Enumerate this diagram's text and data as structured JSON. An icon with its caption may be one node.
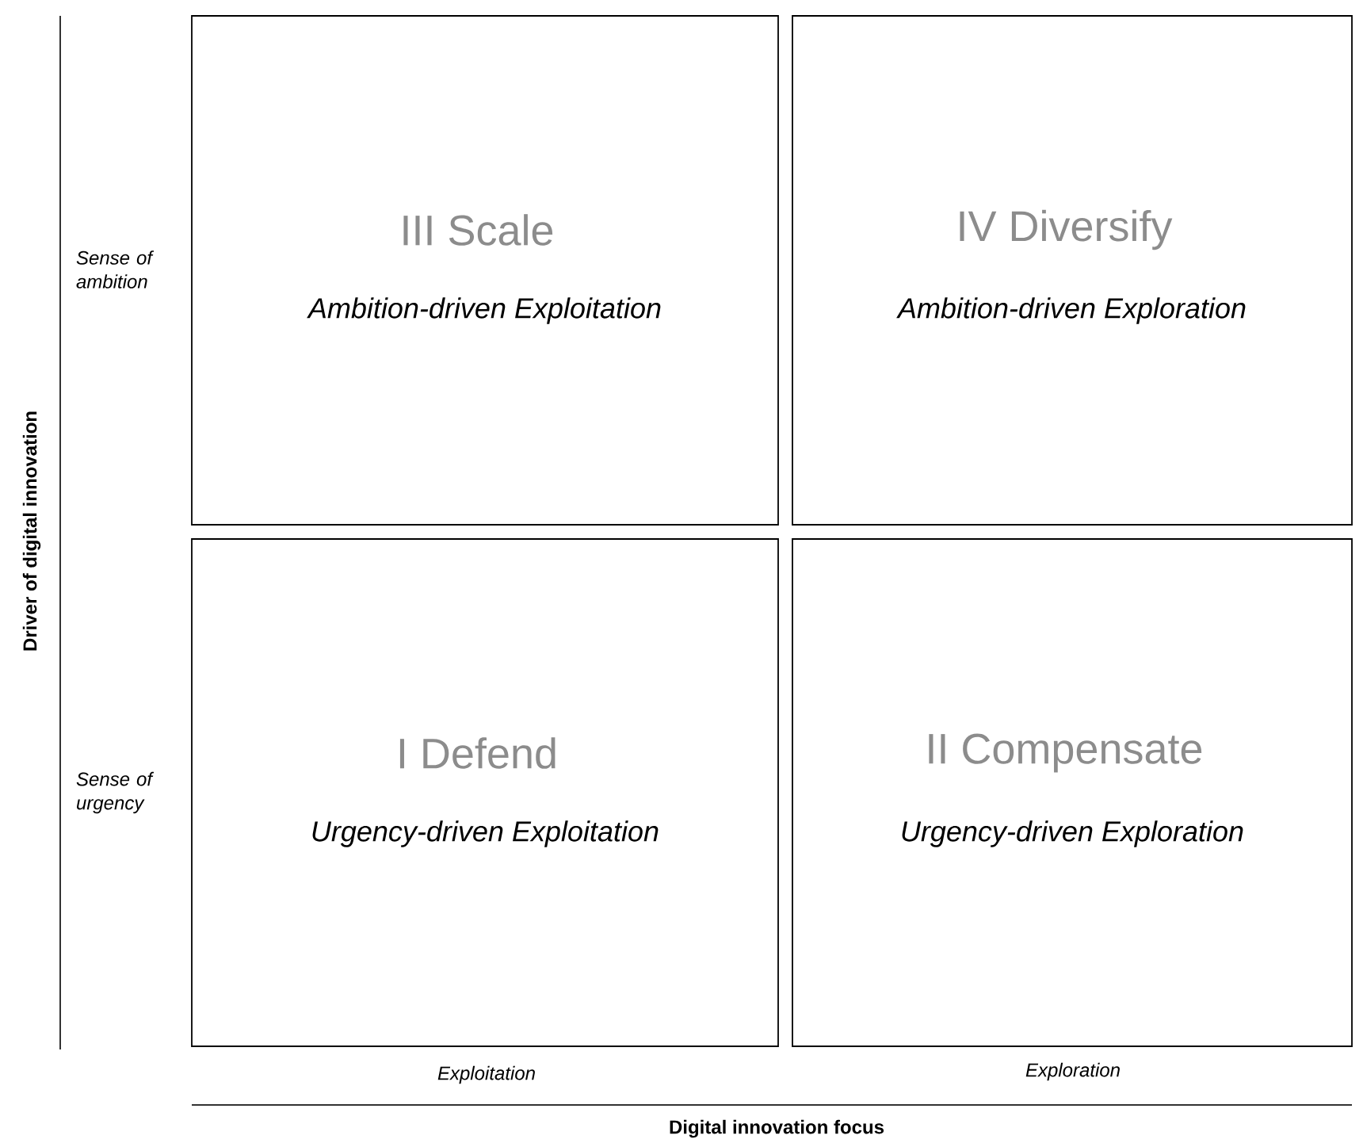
{
  "diagram": {
    "nodes": [
      {
        "text": [
          "III Scale",
          "Ambition-driven Exploitation"
        ]
      },
      {
        "text": [
          "IV Diversify",
          "Ambition-driven Exploration"
        ]
      },
      {
        "text": [
          "I Defend",
          "Urgency-driven Exploitation"
        ]
      },
      {
        "text": [
          "II Compensate",
          "Urgency-driven Exploration"
        ]
      }
    ],
    "labels": [
      "Sense of ambition",
      "Sense of urgency",
      "Driver of digital innovation",
      "Exploitation",
      "Exploration",
      "Digital innovation focus"
    ]
  }
}
